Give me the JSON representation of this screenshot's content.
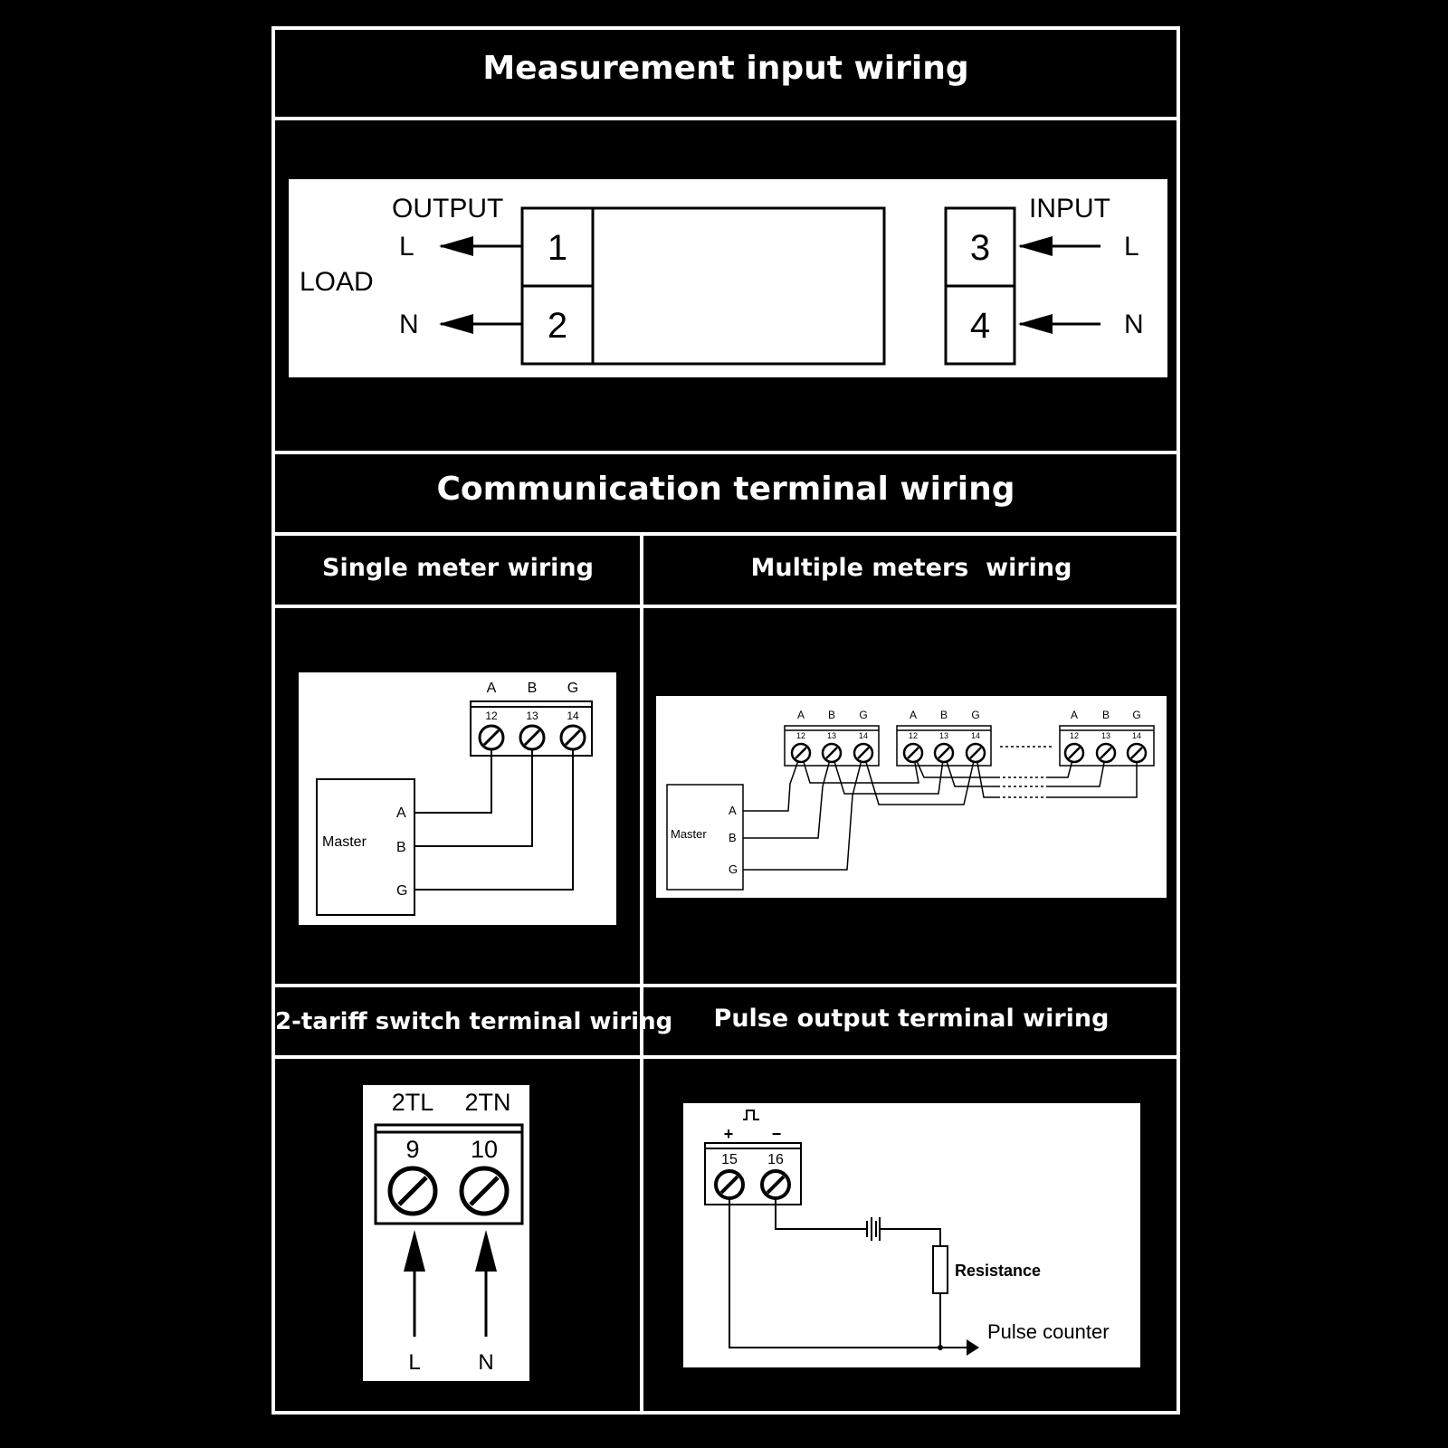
{
  "sections": {
    "measurement_title": "Measurement input wiring",
    "communication_title": "Communication terminal wiring",
    "single_title": "Single meter wiring",
    "multiple_title": "Multiple meters  wiring",
    "tariff_title": "2-tariff switch terminal wiring",
    "pulse_title": "Pulse output terminal wiring"
  },
  "measurement": {
    "output_label": "OUTPUT",
    "input_label": "INPUT",
    "load_label": "LOAD",
    "out_l": "L",
    "out_n": "N",
    "in_l": "L",
    "in_n": "N",
    "t1": "1",
    "t2": "2",
    "t3": "3",
    "t4": "4"
  },
  "single": {
    "col_a": "A",
    "col_b": "B",
    "col_g": "G",
    "n12": "12",
    "n13": "13",
    "n14": "14",
    "master": "Master",
    "ma": "A",
    "mb": "B",
    "mg": "G"
  },
  "multiple": {
    "m1a": "A",
    "m1b": "B",
    "m1g": "G",
    "m2a": "A",
    "m2b": "B",
    "m2g": "G",
    "m3a": "A",
    "m3b": "B",
    "m3g": "G",
    "m1n12": "12",
    "m1n13": "13",
    "m1n14": "14",
    "m2n12": "12",
    "m2n13": "13",
    "m2n14": "14",
    "m3n12": "12",
    "m3n13": "13",
    "m3n14": "14",
    "master": "Master",
    "ma": "A",
    "mb": "B",
    "mg": "G"
  },
  "tariff": {
    "label_2tl": "2TL",
    "label_2tn": "2TN",
    "n9": "9",
    "n10": "10",
    "bottom_l": "L",
    "bottom_n": "N"
  },
  "pulse": {
    "plus": "+",
    "minus": "−",
    "n15": "15",
    "n16": "16",
    "resistance": "Resistance",
    "counter": "Pulse counter"
  }
}
